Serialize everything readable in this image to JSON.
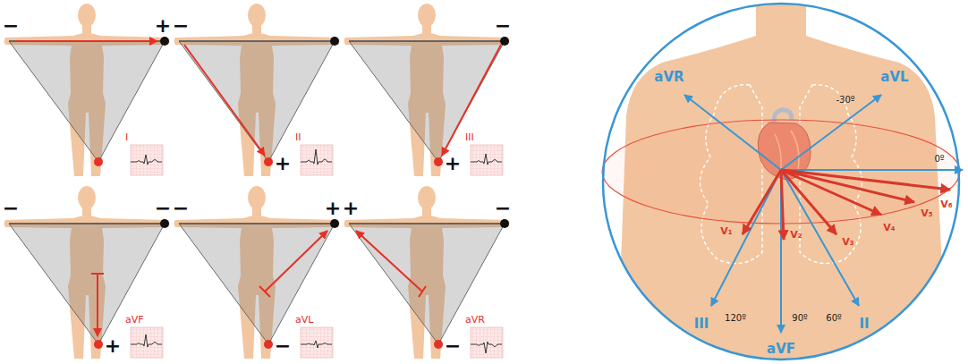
{
  "diagram": {
    "labels": [
      "−",
      "+",
      "I",
      "−",
      "+",
      "II",
      "−",
      "+",
      "III",
      "−",
      "−",
      "+",
      "aVF",
      "−",
      "+",
      "−",
      "aVL",
      "+",
      "−",
      "−",
      "aVR",
      "aVR",
      "aVL",
      "-30º",
      "0º",
      "V₁",
      "V₂",
      "V₃",
      "V₄",
      "V₅",
      "V₆",
      "120º",
      "90º",
      "60º",
      "III",
      "aVF",
      "II"
    ]
  }
}
